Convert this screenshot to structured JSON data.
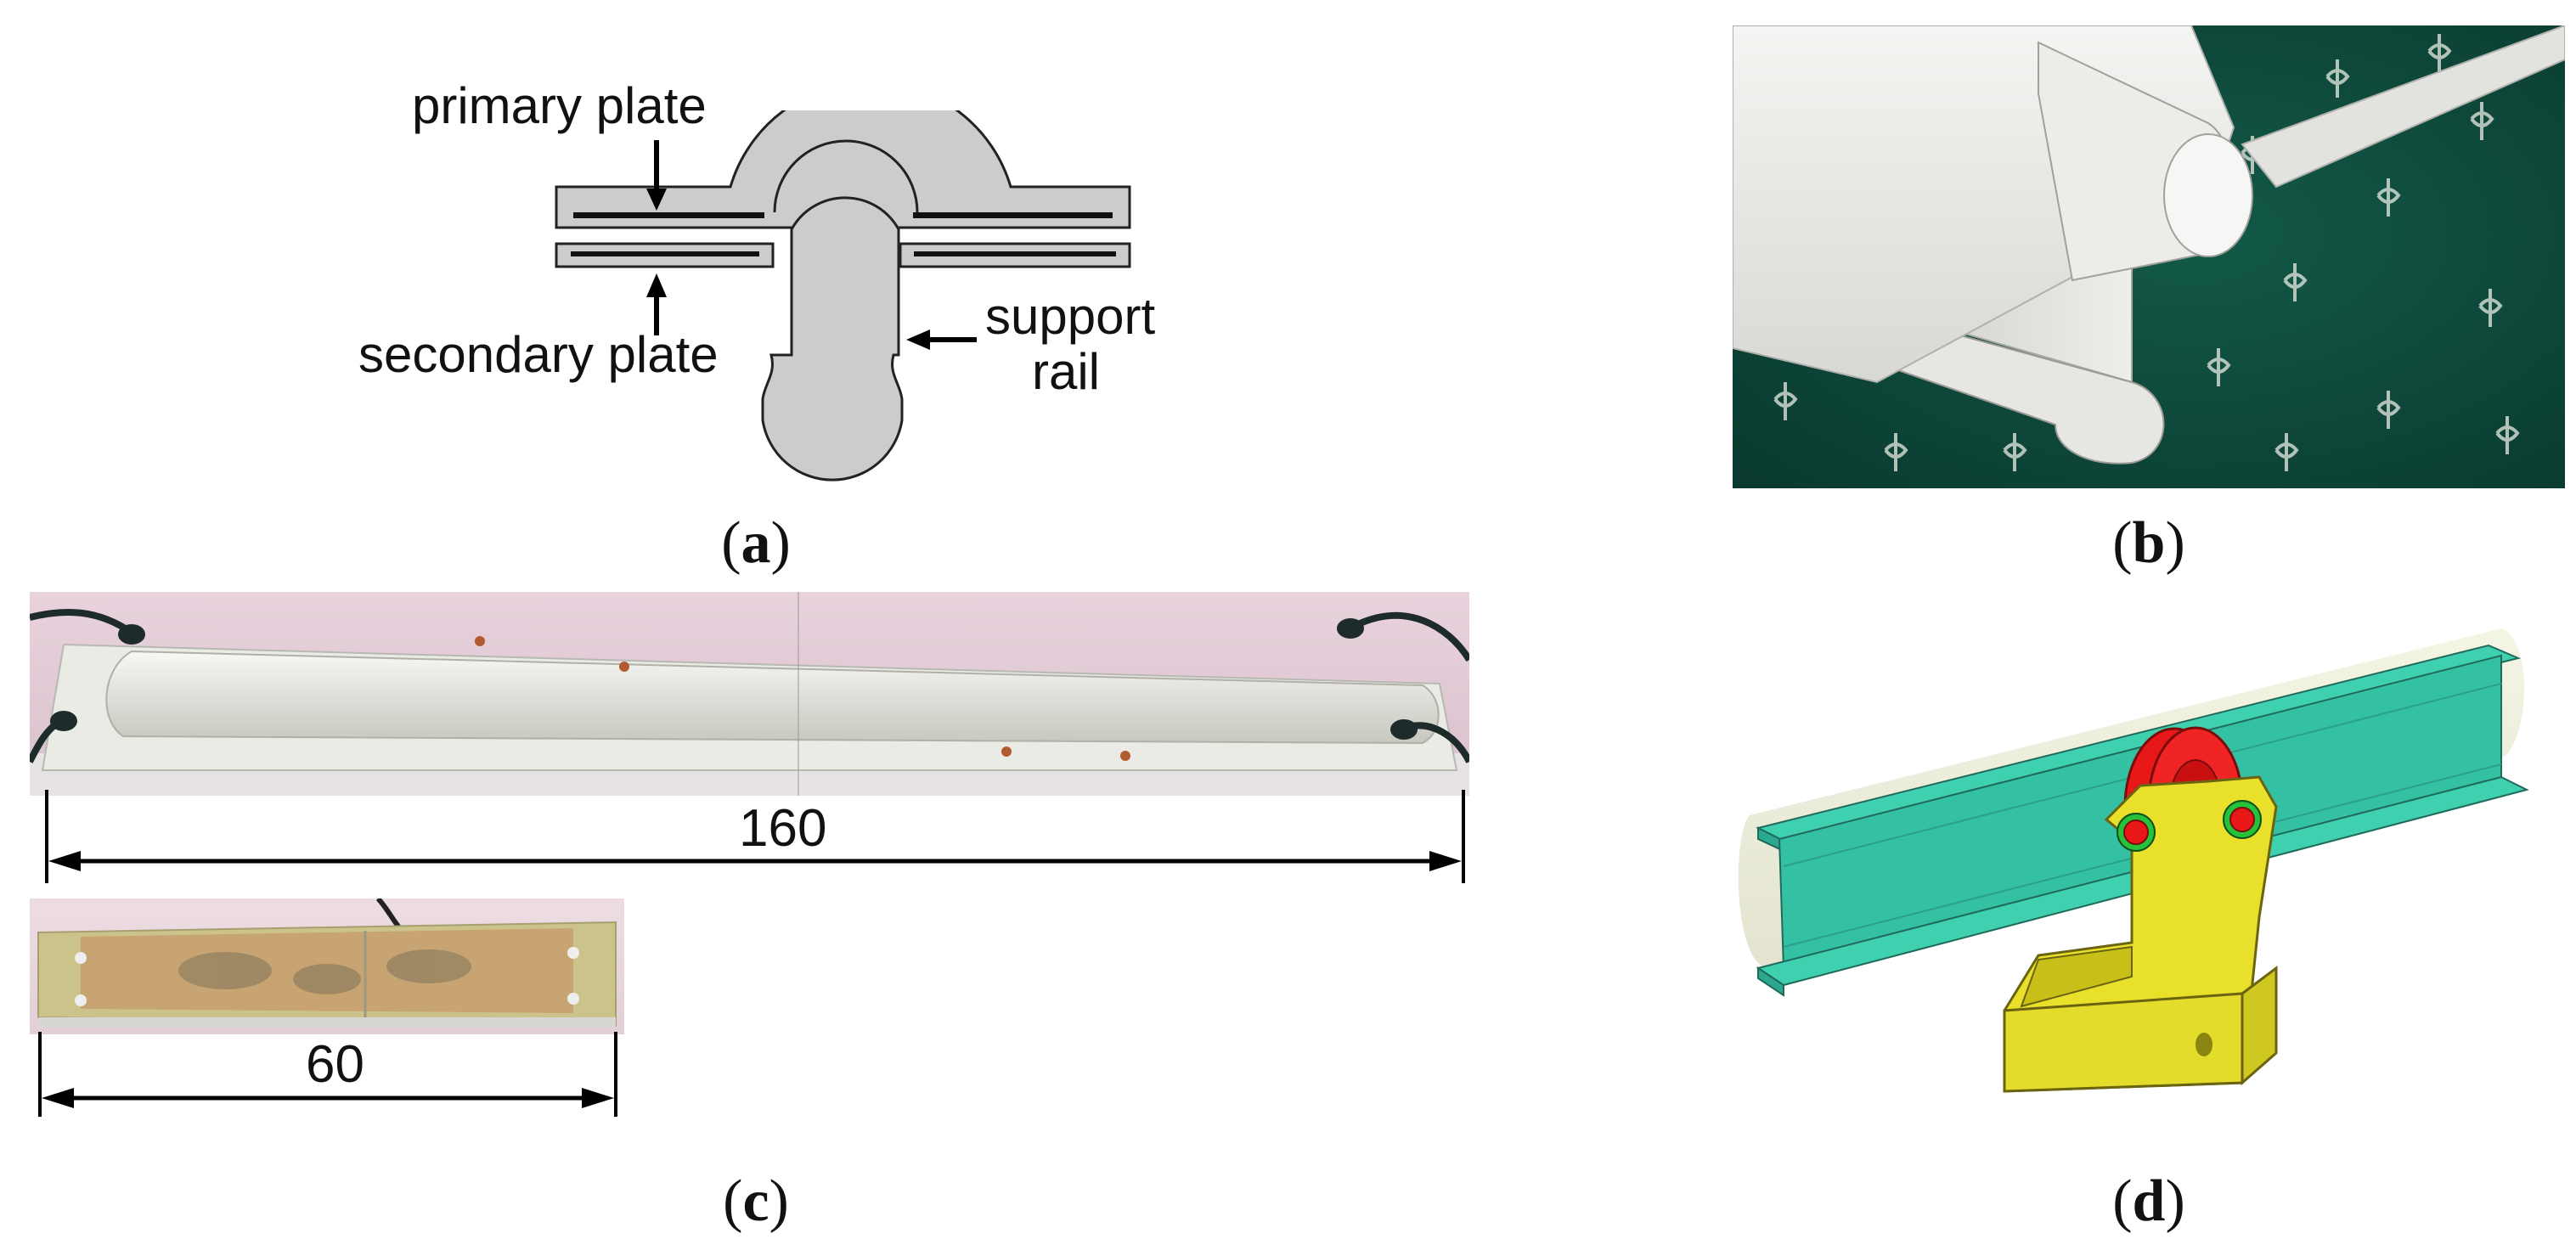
{
  "panel_a": {
    "labels": {
      "primary_plate": "primary plate",
      "secondary_plate": "secondary plate",
      "support_line1": "support",
      "support_line2": "rail"
    },
    "caption": {
      "open": "(",
      "letter": "a",
      "close": ")"
    }
  },
  "panel_b": {
    "caption": {
      "open": "(",
      "letter": "b",
      "close": ")"
    }
  },
  "panel_c": {
    "dimension_large": "160",
    "dimension_small": "60",
    "caption": {
      "open": "(",
      "letter": "c",
      "close": ")"
    }
  },
  "panel_d": {
    "caption": {
      "open": "(",
      "letter": "d",
      "close": ")"
    }
  },
  "colors": {
    "plate_gray": "#cccccc",
    "carpet_green": "#0f4a3c",
    "rail_teal": "#35c2a4",
    "bracket_yellow": "#e8e02a",
    "wheel_red": "#e81818"
  }
}
